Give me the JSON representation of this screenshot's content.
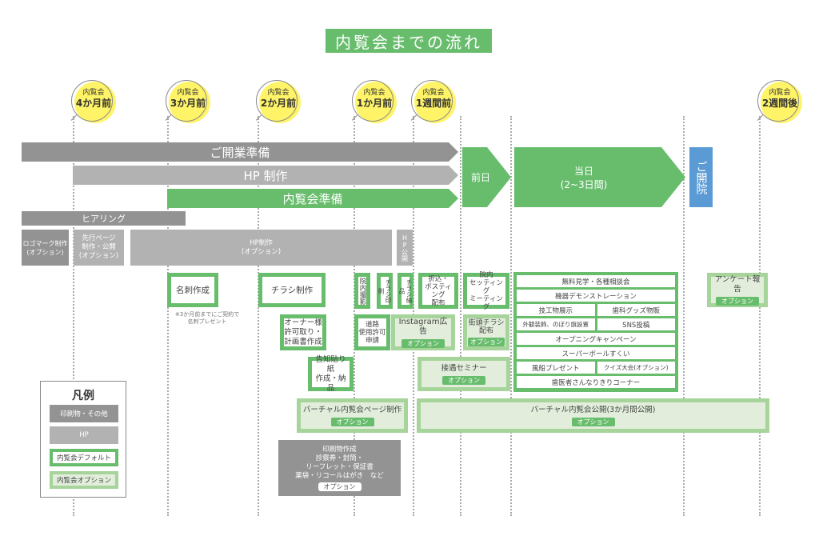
{
  "title": "内覧会までの流れ",
  "milestones": [
    {
      "top": "内覧会",
      "bottom": "4か月前"
    },
    {
      "top": "内覧会",
      "bottom": "3か月前"
    },
    {
      "top": "内覧会",
      "bottom": "2か月前"
    },
    {
      "top": "内覧会",
      "bottom": "1か月前"
    },
    {
      "top": "内覧会",
      "bottom": "1週間前"
    },
    {
      "top": "内覧会",
      "bottom": "2週間後"
    }
  ],
  "phases": {
    "opening_prep": "ご開業準備",
    "hp_production": "HP 制作",
    "preview_prep": "内覧会準備",
    "day_before": "前日",
    "day_of_line1": "当日",
    "day_of_line2": "(2~3日間)",
    "opening": "ご開院"
  },
  "hearing": "ヒアリング",
  "gray_tasks": {
    "logo": [
      "ロゴマーク制作",
      "(オプション)"
    ],
    "advance_page": [
      "先行ページ",
      "制作・公開",
      "(オプション)"
    ],
    "hp_option": [
      "HP制作",
      "(オプション)"
    ],
    "hp_publish": "HP公開",
    "printing": [
      "印刷物作成",
      "診察券・封筒・",
      "リーフレット・保証書",
      "薬袋・リコールはがき　など"
    ]
  },
  "tasks": {
    "business_cards": "名刺作成",
    "business_cards_note": [
      "※3か月前までにご契約で",
      "名刺プレゼント"
    ],
    "flyer": "チラシ制作",
    "owner_permit": [
      "オーナー様",
      "許可取り・",
      "計画書作成"
    ],
    "notice_poster": [
      "告知貼り紙",
      "作成・納品"
    ],
    "clinic_photo": "院内撮影",
    "flyer_print": "チラシ印刷",
    "flyer_delivery": "チラシ納品",
    "road_permit": [
      "道路",
      "使用許可",
      "申請"
    ],
    "insert_posting": [
      "折込・",
      "ポスティング",
      "配布"
    ],
    "instagram": "Instagram広告",
    "street_flyer": [
      "街頭チラシ",
      "配布"
    ],
    "clinic_setup": [
      "院内",
      "セッティング",
      "ミーティング"
    ],
    "reception_seminar": "接遇セミナー",
    "virtual_page": "バーチャル内覧会ページ制作",
    "virtual_public": "バーチャル内覧会公開(3か月間公開)",
    "survey_report": "アンケート報告"
  },
  "option_label": "オプション",
  "event_items": [
    [
      "無料見学・各種相談会"
    ],
    [
      "機器デモンストレーション"
    ],
    [
      "技工物展示",
      "歯科グッズ物販"
    ],
    [
      "外観装飾、のぼり旗設置",
      "SNS投稿"
    ],
    [
      "オープニングキャンペーン"
    ],
    [
      "スーパーボールすくい"
    ],
    [
      "風船プレゼント",
      "クイズ大会(オプション)"
    ],
    [
      "歯医者さんなりきりコーナー"
    ]
  ],
  "legend": {
    "title": "凡例",
    "items": [
      "印刷物・その他",
      "HP",
      "内覧会デフォルト",
      "内覧会オプション"
    ]
  },
  "colors": {
    "green": "#68bd6d",
    "light_green": "#a6d49a",
    "option_bg": "#e2eedb",
    "dark_gray": "#939393",
    "light_gray": "#b2b2b2",
    "blue": "#5b9bd5",
    "yellow": "#fff467"
  }
}
